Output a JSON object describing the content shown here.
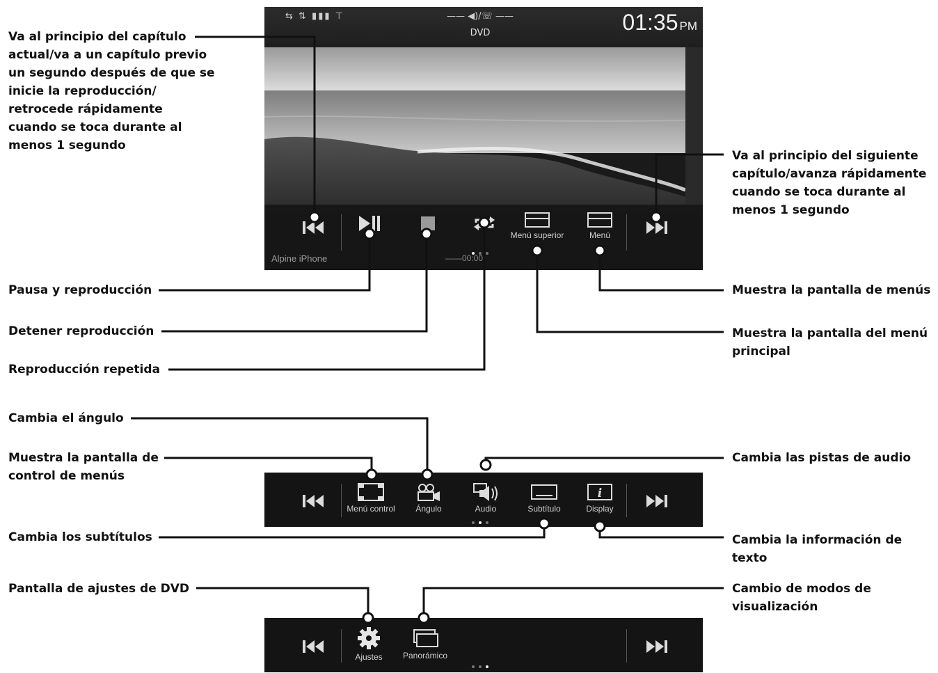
{
  "screen": {
    "status_icons": "⇆ ⇅ ▮▮▮ ⊤",
    "status_center": "—— ◀)/☏ ——",
    "source": "DVD",
    "time": "01:35",
    "ampm": "PM",
    "device": "Alpine iPhone",
    "time_display": "——00:00",
    "buttons": {
      "menu_top": "Menú superior",
      "menu": "Menú"
    }
  },
  "bar2": {
    "menu_control": "Menú control",
    "angle": "Ángulo",
    "audio": "Audio",
    "subtitle": "Subtítulo",
    "display": "Display"
  },
  "bar3": {
    "settings": "Ajustes",
    "panoramic": "Panorámico"
  },
  "callouts": {
    "prev_chapter": "Va al principio del capítulo\nactual/va a un capítulo previo\nun segundo después de que se\ninicie la reproducción/\nretrocede rápidamente\ncuando se toca durante al\nmenos 1 segundo",
    "next_chapter": "Va al principio del siguiente\ncapítulo/avanza rápidamente\ncuando se toca durante al\nmenos 1 segundo",
    "pause_play": "Pausa y reproducción",
    "stop": "Detener reproducción",
    "repeat": "Reproducción repetida",
    "menu_screen": "Muestra la pantalla de menús",
    "main_menu": "Muestra la pantalla del menú\nprincipal",
    "change_angle": "Cambia el ángulo",
    "menu_control_screen": "Muestra la pantalla de\ncontrol de menús",
    "audio_tracks": "Cambia las pistas de audio",
    "subtitles": "Cambia los subtítulos",
    "text_info": "Cambia la información de\ntexto",
    "dvd_settings": "Pantalla de ajustes de DVD",
    "display_modes": "Cambio de modos de\nvisualización"
  }
}
